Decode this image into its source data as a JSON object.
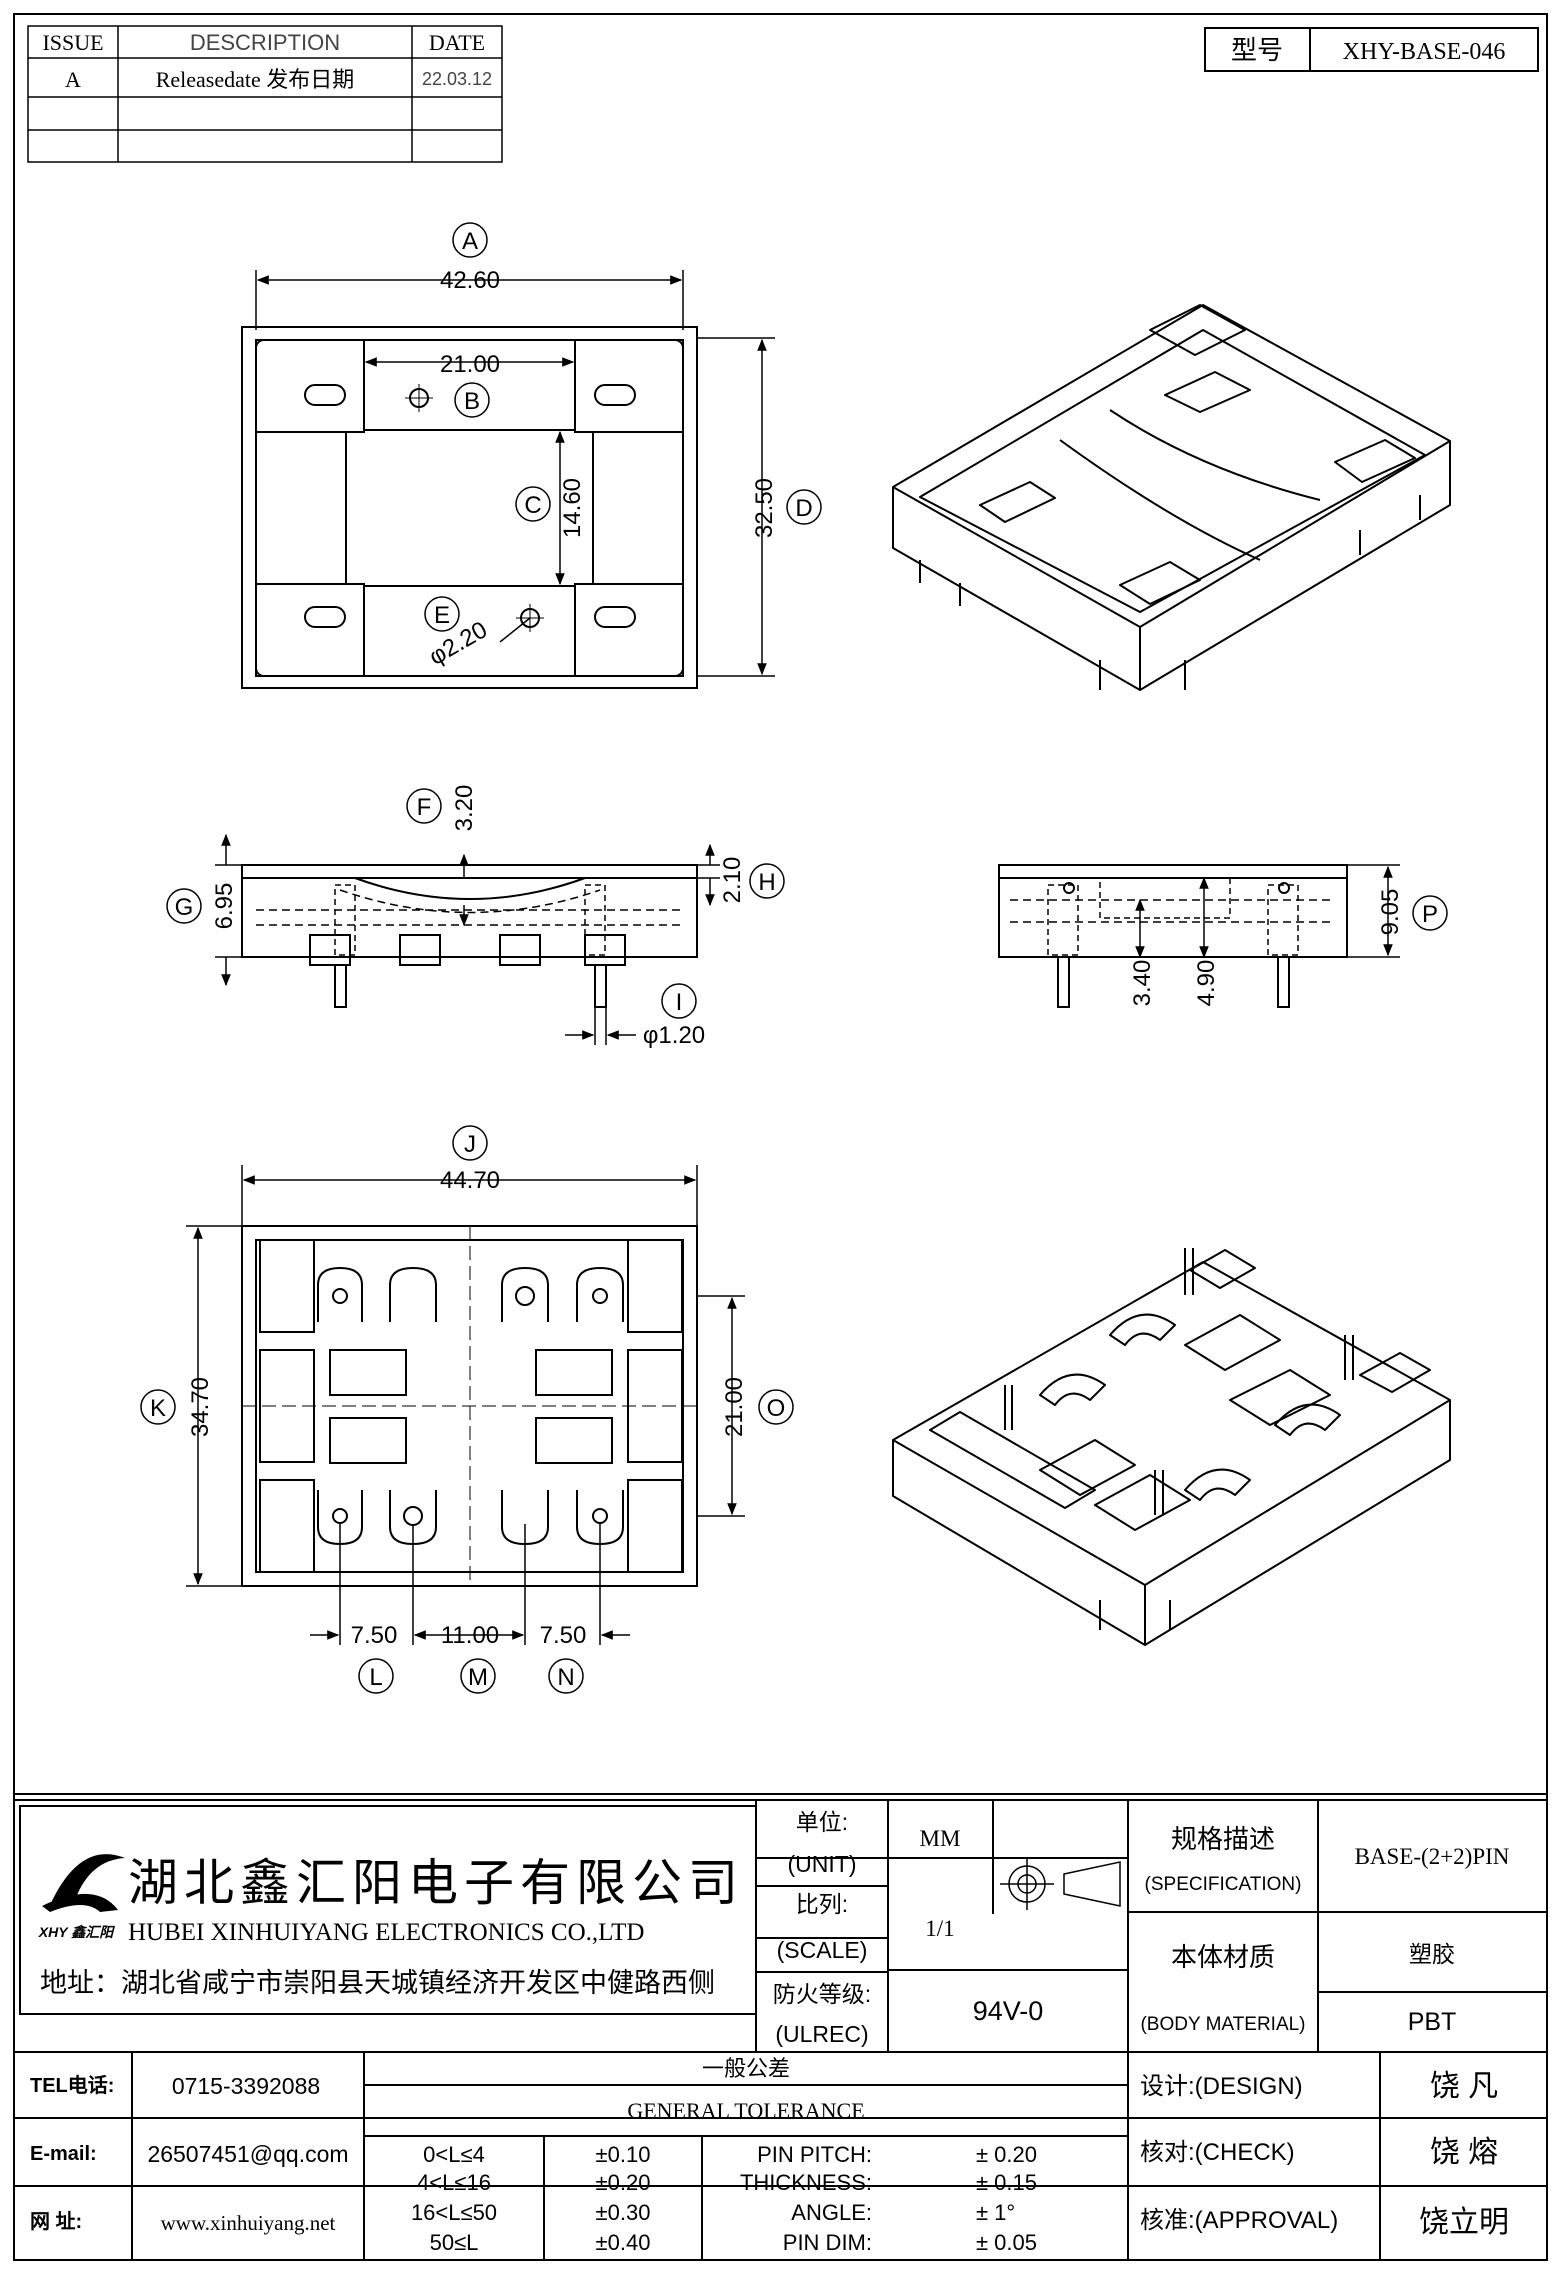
{
  "revision_table": {
    "headers": {
      "issue": "ISSUE",
      "description": "DESCRIPTION",
      "date": "DATE"
    },
    "rows": [
      {
        "issue": "A",
        "description": "Releasedate 发布日期",
        "date": "22.03.12"
      },
      {
        "issue": "",
        "description": "",
        "date": ""
      },
      {
        "issue": "",
        "description": "",
        "date": ""
      }
    ]
  },
  "model": {
    "label": "型号",
    "value": "XHY-BASE-046"
  },
  "dimensions": {
    "A": {
      "tag": "A",
      "value": "42.60"
    },
    "B": {
      "tag": "B",
      "value": "21.00"
    },
    "C": {
      "tag": "C",
      "value": "14.60"
    },
    "D": {
      "tag": "D",
      "value": "32.50"
    },
    "E": {
      "tag": "E",
      "value": "φ2.20"
    },
    "F": {
      "tag": "F",
      "value": "3.20"
    },
    "G": {
      "tag": "G",
      "value": "6.95"
    },
    "H": {
      "tag": "H",
      "value": "2.10"
    },
    "I": {
      "tag": "I",
      "value": "φ1.20"
    },
    "J": {
      "tag": "J",
      "value": "44.70"
    },
    "K": {
      "tag": "K",
      "value": "34.70"
    },
    "L": {
      "tag": "L",
      "value": "7.50"
    },
    "M": {
      "tag": "M",
      "value": "11.00"
    },
    "N": {
      "tag": "N",
      "value": "7.50"
    },
    "O": {
      "tag": "O",
      "value": "21.00"
    },
    "P": {
      "tag": "P",
      "value": "9.05"
    },
    "side_h1": "3.40",
    "side_h2": "4.90"
  },
  "company": {
    "name_cn": "湖北鑫汇阳电子有限公司",
    "name_en": "HUBEI XINHUIYANG ELECTRONICS CO.,LTD",
    "address": "地址：湖北省咸宁市崇阳县天城镇经济开发区中健路西侧",
    "logo_text": "XHY 鑫汇阳"
  },
  "title_block": {
    "unit_label_cn": "单位:",
    "unit_label_en": "(UNIT)",
    "unit_value": "MM",
    "scale_label_cn": "比列:",
    "scale_label_en": "(SCALE)",
    "scale_value": "1/1",
    "ulrec_label_cn": "防火等级:",
    "ulrec_label_en": "(ULREC)",
    "ulrec_value": "94V-0",
    "spec_label_cn": "规格描述",
    "spec_label_en": "(SPECIFICATION)",
    "spec_value": "BASE-(2+2)PIN",
    "material_label_cn": "本体材质",
    "material_label_en": "(BODY MATERIAL)",
    "material_cn": "塑胶",
    "material_value": "PBT"
  },
  "contact": {
    "tel_label": "TEL电话:",
    "tel": "0715-3392088",
    "email_label": "E-mail:",
    "email": "26507451@qq.com",
    "web_label": "网 址:",
    "web": "www.xinhuiyang.net"
  },
  "tolerance": {
    "title_cn": "一般公差",
    "title_en": "GENERAL TOLERANCE",
    "ranges": [
      {
        "range": "0<L≤4",
        "tol": "±0.10"
      },
      {
        "range": "4<L≤16",
        "tol": "±0.20"
      },
      {
        "range": "16<L≤50",
        "tol": "±0.30"
      },
      {
        "range": "50≤L",
        "tol": "±0.40"
      }
    ],
    "specs": [
      {
        "name": "PIN PITCH:",
        "value": "± 0.20"
      },
      {
        "name": "THICKNESS:",
        "value": "± 0.15"
      },
      {
        "name": "ANGLE:",
        "value": "± 1°"
      },
      {
        "name": "PIN DIM:",
        "value": "± 0.05"
      }
    ]
  },
  "signoff": {
    "design_label": "设计:(DESIGN)",
    "design_name": "饶 凡",
    "check_label": "核对:(CHECK)",
    "check_name": "饶 熔",
    "approval_label": "核准:(APPROVAL)",
    "approval_name": "饶立明"
  }
}
